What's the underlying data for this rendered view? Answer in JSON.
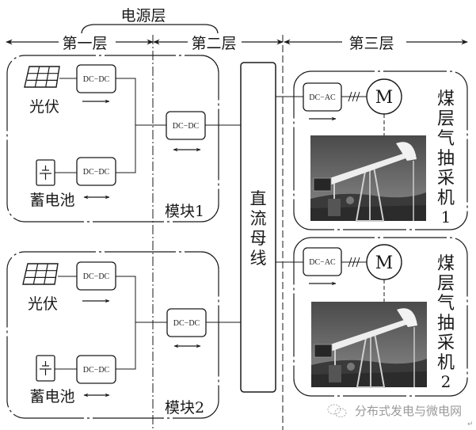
{
  "header": {
    "power_layer_label": "电源层",
    "layer1_label": "第一层",
    "layer2_label": "第二层",
    "layer3_label": "第三层"
  },
  "modules": [
    {
      "label": "模块1",
      "pv_label": "光伏",
      "battery_label": "蓄电池",
      "pv_converter": "DC−DC",
      "battery_converter": "DC−DC",
      "module_converter": "DC−DC"
    },
    {
      "label": "模块2",
      "pv_label": "光伏",
      "battery_label": "蓄电池",
      "pv_converter": "DC−DC",
      "battery_converter": "DC−DC",
      "module_converter": "DC−DC"
    }
  ],
  "dc_bus": {
    "chars": [
      "直",
      "流",
      "母",
      "线"
    ]
  },
  "loads": [
    {
      "converter": "DC−AC",
      "motor": "M",
      "chars": [
        "煤",
        "层",
        "气",
        "抽",
        "采",
        "机",
        "1"
      ]
    },
    {
      "converter": "DC−AC",
      "motor": "M",
      "chars": [
        "煤",
        "层",
        "气",
        "抽",
        "采",
        "机",
        "2"
      ]
    }
  ],
  "watermark": {
    "text": "分布式发电与微电网"
  },
  "colors": {
    "line": "#1a1a1a",
    "watermark": "#9a9a9a"
  }
}
